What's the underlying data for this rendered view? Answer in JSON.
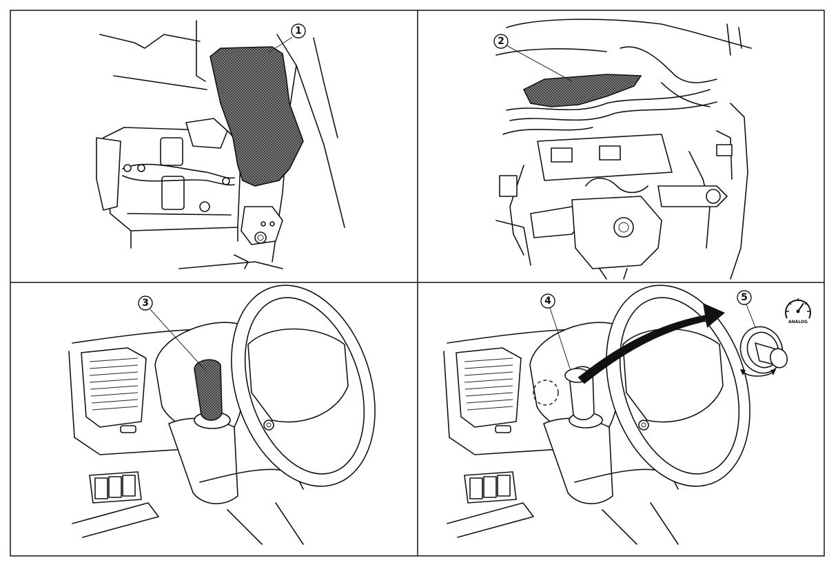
{
  "figure": {
    "panels": [
      {
        "id": "top-left",
        "callout": "1"
      },
      {
        "id": "top-right",
        "callout": "2"
      },
      {
        "id": "bottom-left",
        "callout": "3"
      },
      {
        "id": "bottom-right",
        "callouts": [
          "4",
          "5"
        ],
        "inset_icon_label": "ANALOG"
      }
    ]
  },
  "icons": [
    "speedometer-icon",
    "rotate-arrows-icon",
    "curved-arrow-icon"
  ],
  "colors": {
    "line": "#111111",
    "background": "#ffffff",
    "hatch": "#555555"
  }
}
